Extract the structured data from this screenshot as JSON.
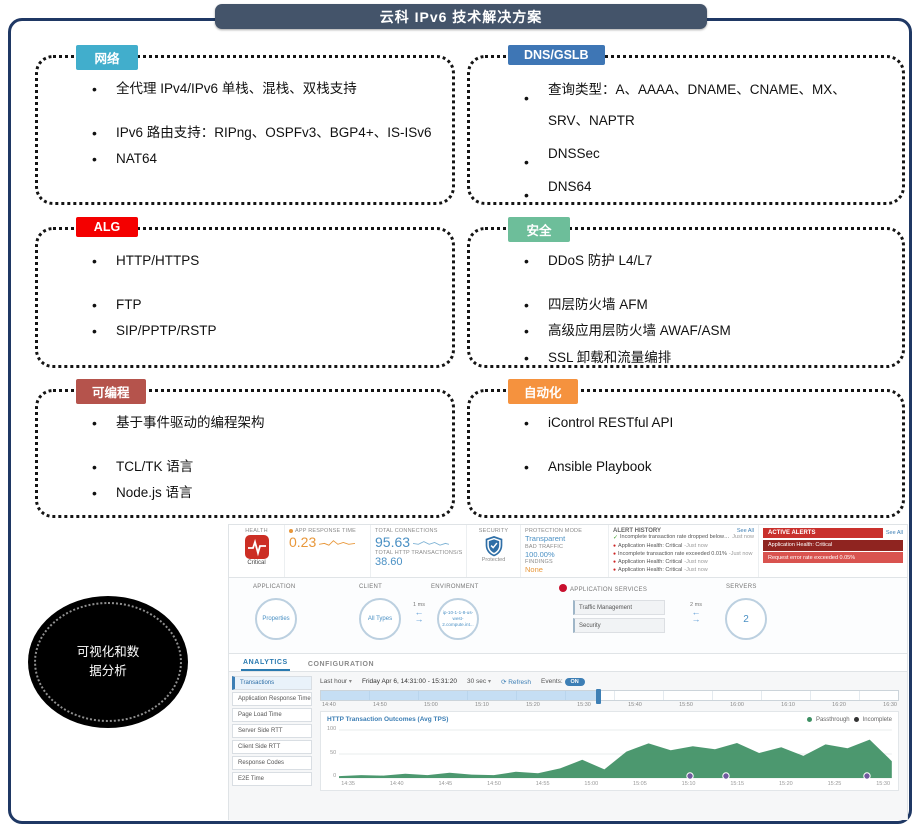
{
  "title": "云科 IPv6 技术解决方案",
  "ellipse_label": "可视化和数据分析",
  "icons": {
    "chevron_down": "▾",
    "refresh": "⟳",
    "check": "✓",
    "dot": "●",
    "arrow_left": "←",
    "arrow_right": "→"
  },
  "boxes": [
    {
      "label": "网络",
      "color": "#41AECC",
      "items": [
        "全代理 IPv4/IPv6 单栈、混栈、双栈支持",
        "IPv6 路由支持：RIPng、OSPFv3、BGP4+、IS-ISv6",
        "NAT64"
      ]
    },
    {
      "label": "DNS/GSLB",
      "color": "#3E76B5",
      "items": [
        "查询类型：A、AAAA、DNAME、CNAME、MX、SRV、NAPTR",
        "DNSSec",
        "DNS64"
      ]
    },
    {
      "label": "ALG",
      "color": "#F40000",
      "items": [
        "HTTP/HTTPS",
        "FTP",
        "SIP/PPTP/RSTP"
      ]
    },
    {
      "label": "安全",
      "color": "#6DBE9A",
      "items": [
        "DDoS 防护 L4/L7",
        "四层防火墙 AFM",
        "高级应用层防火墙 AWAF/ASM",
        "SSL 卸载和流量编排"
      ]
    },
    {
      "label": "可编程",
      "color": "#B5534C",
      "items": [
        "基于事件驱动的编程架构",
        "TCL/TK 语言",
        "Node.js 语言"
      ]
    },
    {
      "label": "自动化",
      "color": "#F5923E",
      "items": [
        "iControl RESTful API",
        "Ansible Playbook"
      ]
    }
  ],
  "dashboard": {
    "metrics": {
      "health": {
        "label": "HEALTH",
        "status": "Critical"
      },
      "app_response_time": {
        "label": "APP RESPONSE TIME",
        "value": "0.23"
      },
      "total_connections": {
        "label": "TOTAL CONNECTIONS",
        "value": "95.63"
      },
      "total_http_transactions": {
        "label": "TOTAL HTTP TRANSACTIONS/S",
        "value": "38.60"
      },
      "security": {
        "label": "SECURITY",
        "status": "Protected"
      },
      "protection_mode": {
        "label": "PROTECTION MODE",
        "value": "Transparent"
      },
      "bad_traffic": {
        "label": "BAD TRAFFIC",
        "value": "100.00%"
      },
      "findings": {
        "label": "FINDINGS",
        "value": "None"
      }
    },
    "alert_history": {
      "title": "ALERT HISTORY",
      "see_all": "See All",
      "items": [
        {
          "status": "ok",
          "text": "Incomplete transaction rate dropped below 0...",
          "time": "Just now"
        },
        {
          "status": "critical",
          "text": "Application Health: Critical",
          "time": "-Just now"
        },
        {
          "status": "critical",
          "text": "Incomplete transaction rate exceeded 0.01%",
          "time": "-Just now"
        },
        {
          "status": "critical",
          "text": "Application Health: Critical",
          "time": "-Just now"
        },
        {
          "status": "critical",
          "text": "Application Health: Critical",
          "time": "-Just now"
        }
      ]
    },
    "active_alerts": {
      "title": "ACTIVE ALERTS",
      "see_all": "See All",
      "items": [
        "Application Health: Critical",
        "Request error rate exceeded 0.05%"
      ]
    },
    "topology": {
      "headers": [
        "APPLICATION",
        "CLIENT",
        "ENVIRONMENT",
        "APPLICATION SERVICES",
        "SERVERS"
      ],
      "application_node": "Properties",
      "client_node": "All Types",
      "client_latency": "1 ms",
      "environment_node": "ip-10-1-1-8-us-west-2.compute.int...",
      "services": [
        "Traffic Management",
        "Security"
      ],
      "server_latency": "2 ms",
      "servers_node": "2"
    },
    "tabs": [
      "ANALYTICS",
      "CONFIGURATION"
    ],
    "sidebar": [
      "Transactions",
      "Application Response Time",
      "Page Load Time",
      "Server Side RTT",
      "Client Side RTT",
      "Response Codes",
      "E2E Time"
    ],
    "toolbar": {
      "range": "Last hour",
      "date_range": "Friday Apr 6, 14:31:00 - 15:31:20",
      "interval": "30 sec",
      "refresh": "Refresh",
      "events_label": "Events:",
      "events_state": "ON"
    },
    "timeline_ticks": [
      "14:40",
      "14:50",
      "15:00",
      "15:10",
      "15:20",
      "15:30",
      "15:40",
      "15:50",
      "16:00",
      "16:10",
      "16:20",
      "16:30"
    ]
  },
  "chart_data": {
    "type": "area",
    "title": "HTTP Transaction Outcomes (Avg TPS)",
    "legend": [
      {
        "name": "Passthrough",
        "color": "#3D8F63"
      },
      {
        "name": "Incomplete",
        "color": "#333333"
      }
    ],
    "x_labels": [
      "14:35",
      "14:40",
      "14:45",
      "14:50",
      "14:55",
      "15:00",
      "15:05",
      "15:10",
      "15:15",
      "15:20",
      "15:25",
      "15:30"
    ],
    "y_ticks": [
      0,
      50,
      100
    ],
    "ylim": [
      0,
      100
    ],
    "series": [
      {
        "name": "Passthrough",
        "color": "#3D8F63",
        "values": [
          4,
          6,
          5,
          9,
          6,
          11,
          7,
          6,
          13,
          10,
          20,
          38,
          18,
          55,
          72,
          58,
          66,
          60,
          73,
          52,
          64,
          46,
          70,
          62,
          80,
          35
        ]
      }
    ],
    "event_marker_positions": [
      0.635,
      0.7,
      0.955
    ]
  }
}
